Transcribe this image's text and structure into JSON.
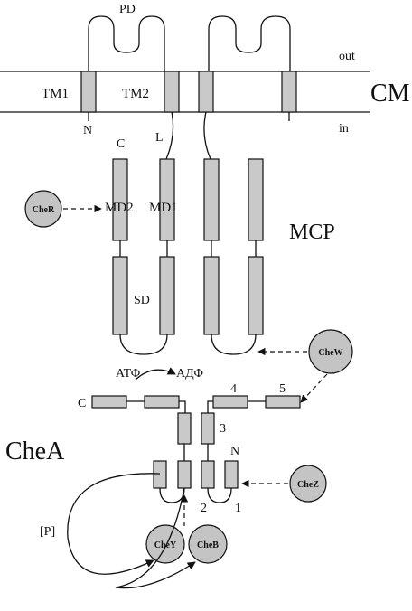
{
  "membrane": {
    "pd": "PD",
    "out": "out",
    "in": "in",
    "cm": "CM",
    "tm1": "TM1",
    "tm2": "TM2",
    "n": "N",
    "l": "L"
  },
  "mcp": {
    "title": "MCP",
    "c": "C",
    "md2": "MD2",
    "md1": "MD1",
    "sd": "SD"
  },
  "chea": {
    "title": "CheA",
    "atp": "ΑΤΦ",
    "adp": "ΑДΦ",
    "c": "C",
    "n": "N",
    "d1": "1",
    "d2": "2",
    "d3": "3",
    "d4": "4",
    "d5": "5",
    "p": "[P]"
  },
  "proteins": {
    "cher": "CheR",
    "chew": "CheW",
    "chez": "CheZ",
    "chey": "CheY",
    "cheb": "CheB"
  },
  "colors": {
    "fill": "#c9c9c9",
    "stroke": "#111111"
  }
}
